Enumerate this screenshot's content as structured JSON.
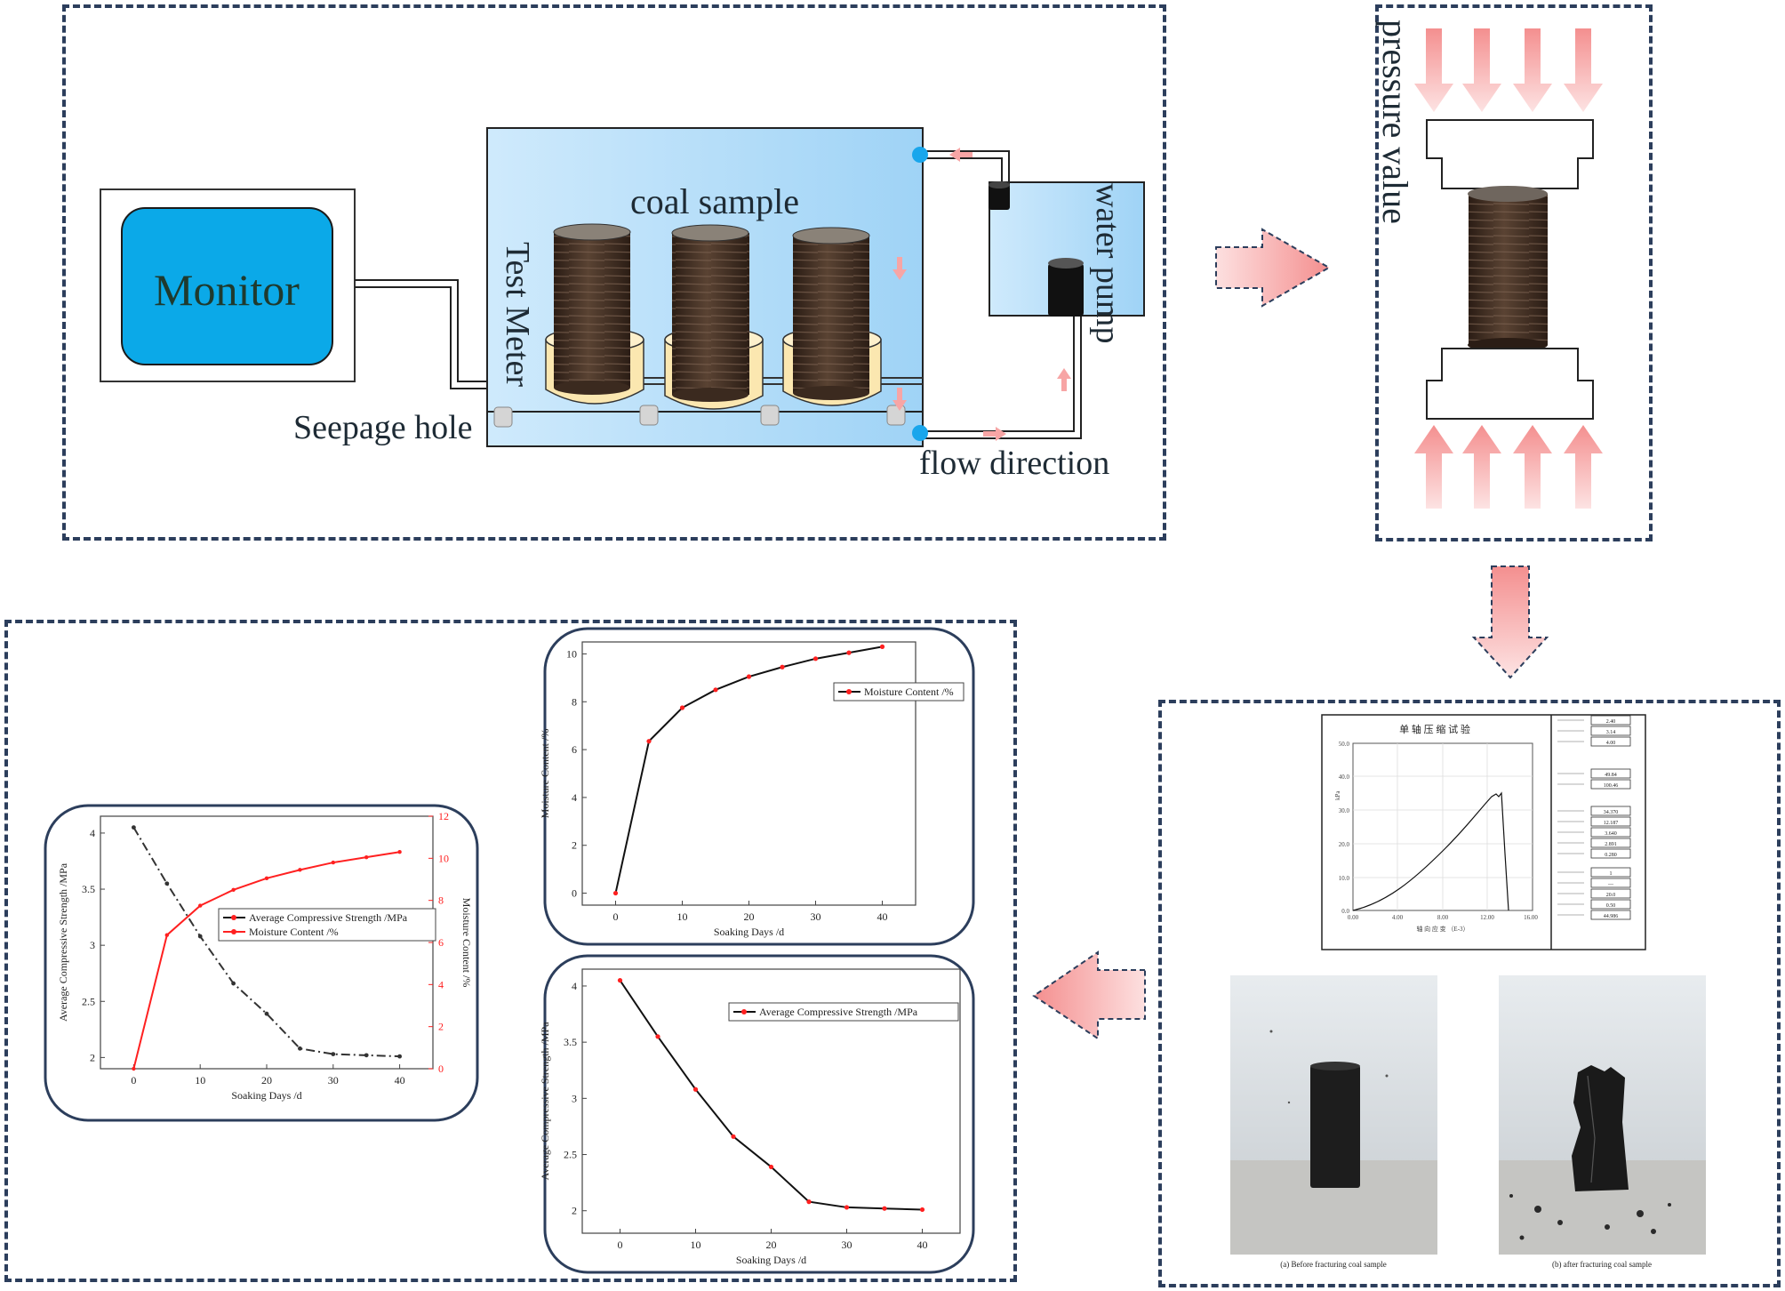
{
  "apparatus": {
    "monitor_label": "Monitor",
    "coal_sample_label": "coal sample",
    "test_meter_label": "Test Meter",
    "water_pump_label": "water pump",
    "seepage_hole_label": "Seepage hole",
    "flow_direction_label": "flow direction"
  },
  "compression": {
    "pressure_label": "pressure value"
  },
  "test_report": {
    "chart_title": "单 轴 压 缩 试 验",
    "ylabel": "kPa",
    "xlabel": "轴 向 应 变 （E-3）",
    "y_ticks": [
      "50.0",
      "40.0",
      "30.0",
      "20.0",
      "10.0",
      "0.0"
    ],
    "x_ticks": [
      "0.00",
      "4.00",
      "8.00",
      "12.00",
      "16.00"
    ],
    "side_values": [
      "2.40",
      "3.14",
      "4.00",
      "49.84",
      "100.46",
      "34.370",
      "12.187",
      "3.640",
      "2.891",
      "0.280",
      "1",
      "—",
      "20.0",
      "0.50",
      "44.986"
    ],
    "photo_before_caption": "(a) Before fracturing coal sample",
    "photo_after_caption": "(b) after fracturing coal sample"
  },
  "colors": {
    "frame": "#2c3e5c",
    "arrow_fill": "#f7a5a5",
    "tank_blue": "#bfe3fb",
    "monitor_blue": "#0ba9e8",
    "coal": "#3e2c22",
    "red_series": "#ff2020"
  },
  "chart_data": [
    {
      "type": "line",
      "title": "",
      "xlabel": "Soaking Days /d",
      "ylabel": "Moisture Content /%",
      "xlim": [
        -5,
        45
      ],
      "ylim": [
        -0.5,
        10.5
      ],
      "x_ticks": [
        0,
        10,
        20,
        30,
        40
      ],
      "y_ticks": [
        0,
        2,
        4,
        6,
        8,
        10
      ],
      "legend": "top-right",
      "series": [
        {
          "name": "Moisture Content /%",
          "x": [
            0,
            5,
            10,
            15,
            20,
            25,
            30,
            35,
            40
          ],
          "y": [
            0,
            6.35,
            7.75,
            8.5,
            9.05,
            9.45,
            9.8,
            10.05,
            10.3
          ]
        }
      ]
    },
    {
      "type": "line",
      "title": "",
      "xlabel": "Soaking Days /d",
      "ylabel": "Average Compressive Strength /MPa",
      "xlim": [
        -5,
        45
      ],
      "ylim": [
        1.8,
        4.15
      ],
      "x_ticks": [
        0,
        10,
        20,
        30,
        40
      ],
      "y_ticks": [
        2.0,
        2.5,
        3.0,
        3.5,
        4.0
      ],
      "legend": "top-right",
      "series": [
        {
          "name": "Average Compressive Strength /MPa",
          "x": [
            0,
            5,
            10,
            15,
            20,
            25,
            30,
            35,
            40
          ],
          "y": [
            4.05,
            3.55,
            3.08,
            2.66,
            2.39,
            2.08,
            2.03,
            2.02,
            2.01
          ]
        }
      ]
    },
    {
      "type": "line",
      "title": "",
      "xlabel": "Soaking Days /d",
      "ylabel": "Average Compressive Strength /MPa",
      "ylabel_right": "Moisture Content /%",
      "xlim": [
        -5,
        45
      ],
      "ylim": [
        1.9,
        4.15
      ],
      "ylim_right": [
        0,
        12
      ],
      "x_ticks": [
        0,
        10,
        20,
        30,
        40
      ],
      "y_ticks": [
        2.0,
        2.5,
        3.0,
        3.5,
        4.0
      ],
      "y_ticks_right": [
        0,
        2,
        4,
        6,
        8,
        10,
        12
      ],
      "legend": "center-right",
      "series": [
        {
          "name": "Average Compressive Strength /MPa",
          "axis": "left",
          "x": [
            0,
            5,
            10,
            15,
            20,
            25,
            30,
            35,
            40
          ],
          "y": [
            4.05,
            3.55,
            3.08,
            2.66,
            2.39,
            2.08,
            2.03,
            2.02,
            2.01
          ]
        },
        {
          "name": "Moisture Content /%",
          "axis": "right",
          "x": [
            0,
            5,
            10,
            15,
            20,
            25,
            30,
            35,
            40
          ],
          "y": [
            0,
            6.35,
            7.75,
            8.5,
            9.05,
            9.45,
            9.8,
            10.05,
            10.3
          ]
        }
      ]
    }
  ]
}
